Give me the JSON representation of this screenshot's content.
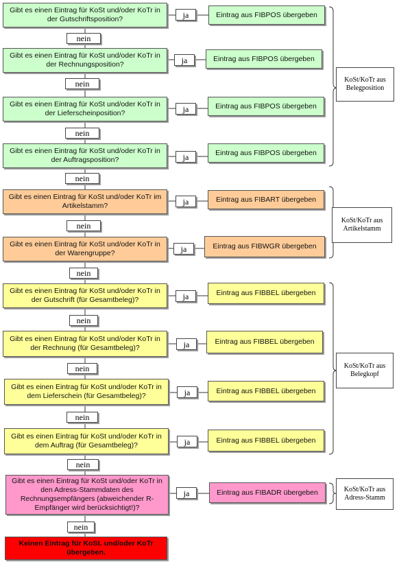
{
  "labels": {
    "yes": "ja",
    "no": "nein"
  },
  "steps": [
    {
      "question": "Gibt es einen Eintrag für KoSt und/oder KoTr in der Gutschriftsposition?",
      "result": "Eintrag aus FIBPOS übergeben"
    },
    {
      "question": "Gibt es einen Eintrag für KoSt und/oder KoTr in der Rechnungsposition?",
      "result": "Eintrag aus FIBPOS übergeben"
    },
    {
      "question": "Gibt es einen Eintrag für KoSt und/oder KoTr in der Lieferscheinposition?",
      "result": "Eintrag aus FIBPOS übergeben"
    },
    {
      "question": "Gibt es einen Eintrag für KoSt und/oder KoTr in der Auftragsposition?",
      "result": "Eintrag aus FIBPOS übergeben"
    },
    {
      "question": "Gibt es einen Eintrag für KoSt und/oder KoTr im Artikelstamm?",
      "result": "Eintrag aus FIBART übergeben"
    },
    {
      "question": "Gibt es einen Eintrag für KoSt und/oder KoTr in der Warengruppe?",
      "result": "Eintrag aus FIBWGR übergeben"
    },
    {
      "question": "Gibt es einen Eintrag für KoSt und/oder KoTr in der Gutschrift (für Gesamtbeleg)?",
      "result": "Eintrag aus FIBBEL übergeben"
    },
    {
      "question": "Gibt es einen Eintrag für KoSt und/oder KoTr in der Rechnung (für Gesamtbeleg)?",
      "result": "Eintrag aus FIBBEL übergeben"
    },
    {
      "question": "Gibt es einen Eintrag für KoSt und/oder KoTr in dem Lieferschein (für Gesamtbeleg)?",
      "result": "Eintrag aus FIBBEL übergeben"
    },
    {
      "question": "Gibt es einen Eintrag für KoSt und/oder KoTr in dem Auftrag (für Gesamtbeleg)?",
      "result": "Eintrag aus FIBBEL übergeben"
    },
    {
      "question": "Gibt es einen Eintrag für KoSt und/oder KoTr in den Adress-Stammdaten des Rechnungsempfängers (abweichender R-Empfänger wird berücksichtigt!)?",
      "result": "Eintrag aus FIBADR übergeben"
    }
  ],
  "final": "Keinen Eintrag für KoSt. und/oder KoTr übergeben.",
  "groups": [
    "KoSt/KoTr aus Belegposition",
    "KoSt/KoTr aus Artikelstamm",
    "KoSt/KoTr aus Belegkopf",
    "KoSt/KoTr aus Adress-Stamm"
  ],
  "colors": {
    "position": "#ccffcc",
    "artikel": "#ffcc99",
    "belegkopf": "#ffff99",
    "adresse": "#ff99cc",
    "final": "#ff0000"
  }
}
